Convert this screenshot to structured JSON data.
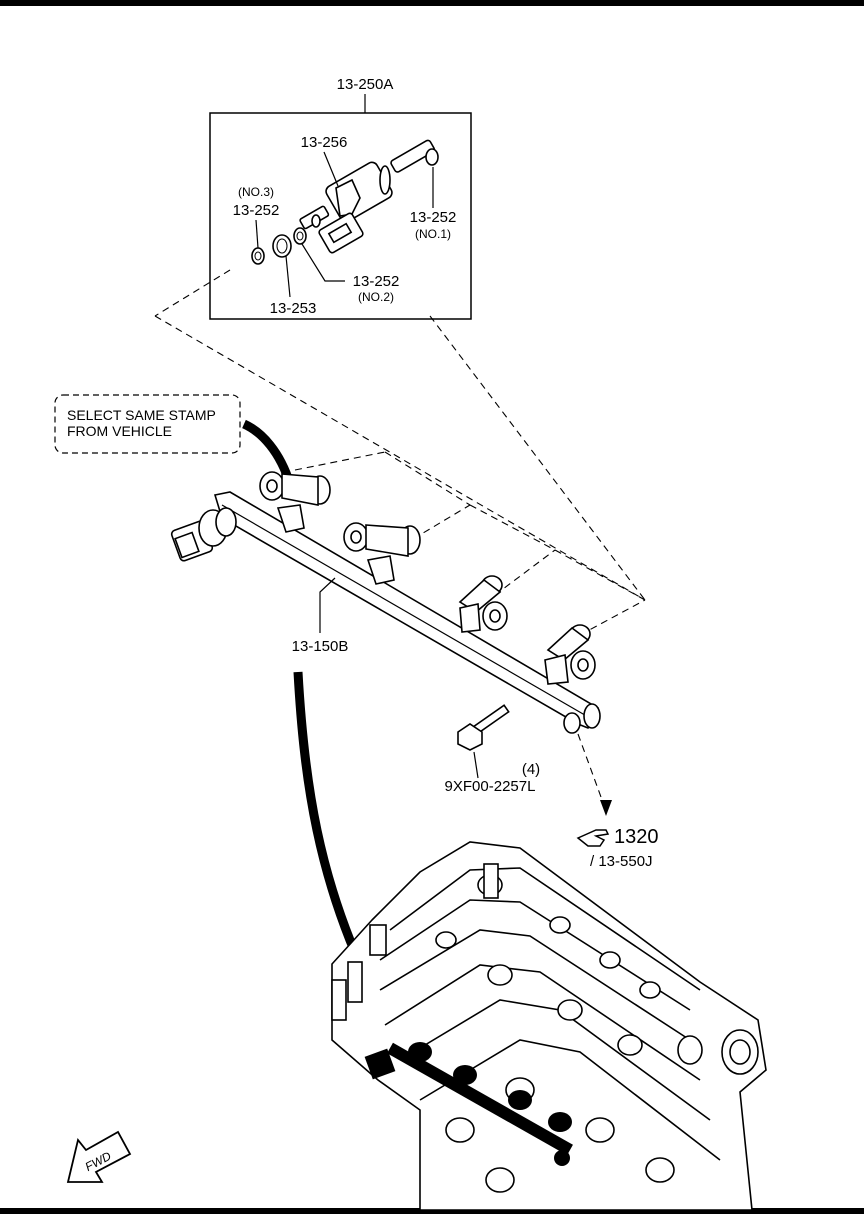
{
  "assembly": {
    "injector_kit": "13-250A",
    "injector": "13-256",
    "seal_no3_qualifier": "(NO.3)",
    "seal_no3": "13-252",
    "seal_no1": "13-252",
    "seal_no1_qualifier": "(NO.1)",
    "seal_no2": "13-252",
    "seal_no2_qualifier": "(NO.2)",
    "washer": "13-253",
    "fuel_rail": "13-150B",
    "bolt": "9XF00-2257L",
    "bolt_qty": "(4)",
    "ref_page": "1320",
    "ref_part": "/ 13-550J"
  },
  "note": {
    "line1": "SELECT SAME STAMP",
    "line2": "FROM VEHICLE"
  },
  "direction": {
    "label": "FWD"
  },
  "icons": {
    "reference": "pointing-hand-icon",
    "direction": "forward-arrow-icon"
  }
}
